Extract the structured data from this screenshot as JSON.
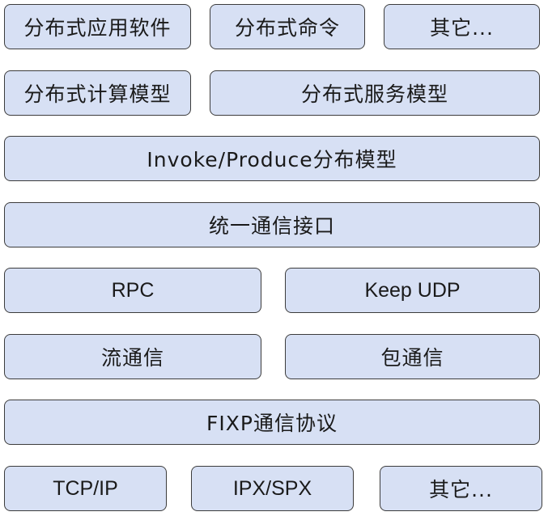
{
  "layers": [
    {
      "id": "app",
      "boxes": [
        {
          "key": "dist-app-software",
          "label": "分布式应用软件"
        },
        {
          "key": "dist-command",
          "label": "分布式命令"
        },
        {
          "key": "other-top",
          "label": "其它..."
        }
      ]
    },
    {
      "id": "models",
      "boxes": [
        {
          "key": "dist-compute-model",
          "label": "分布式计算模型"
        },
        {
          "key": "dist-service-model",
          "label": "分布式服务模型"
        }
      ]
    },
    {
      "id": "invoke",
      "boxes": [
        {
          "key": "invoke-produce-model",
          "label": "Invoke/Produce分布模型"
        }
      ]
    },
    {
      "id": "interface",
      "boxes": [
        {
          "key": "unified-comm-interface",
          "label": "统一通信接口"
        }
      ]
    },
    {
      "id": "rpc-udp",
      "boxes": [
        {
          "key": "rpc",
          "label": "RPC"
        },
        {
          "key": "keep-udp",
          "label": "Keep UDP"
        }
      ]
    },
    {
      "id": "stream-packet",
      "boxes": [
        {
          "key": "stream-comm",
          "label": "流通信"
        },
        {
          "key": "packet-comm",
          "label": "包通信"
        }
      ]
    },
    {
      "id": "fixp",
      "boxes": [
        {
          "key": "fixp-protocol",
          "label": "FIXP通信协议"
        }
      ]
    },
    {
      "id": "transport",
      "boxes": [
        {
          "key": "tcp-ip",
          "label": "TCP/IP"
        },
        {
          "key": "ipx-spx",
          "label": "IPX/SPX"
        },
        {
          "key": "other-bottom",
          "label": "其它..."
        }
      ]
    }
  ],
  "colors": {
    "box_fill": "#d7e0f4",
    "box_border": "#3c3c3c",
    "text": "#1a1a1a"
  }
}
